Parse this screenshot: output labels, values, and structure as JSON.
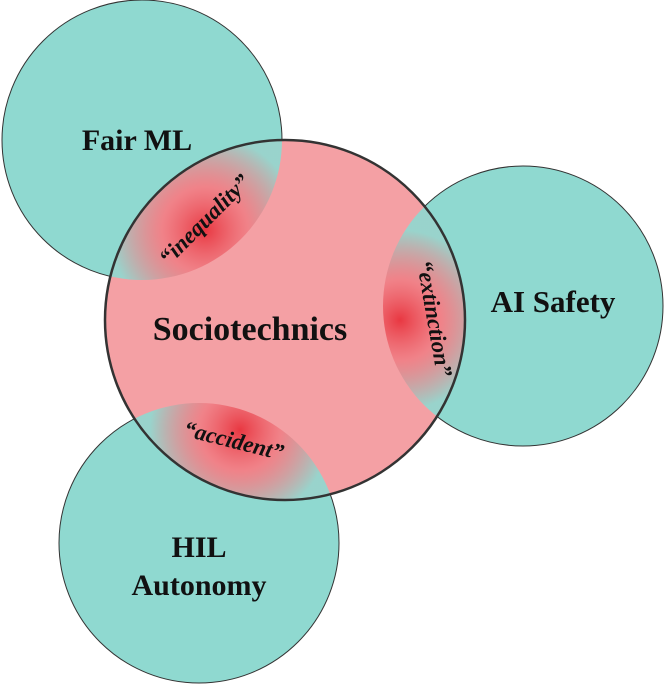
{
  "colors": {
    "teal": "#8fd9d0",
    "pink": "#f4a0a4",
    "overlap_red": "#e8323c",
    "stroke": "#333333"
  },
  "nodes": {
    "fair_ml": "Fair ML",
    "ai_safety": "AI Safety",
    "hil_line1": "HIL",
    "hil_line2": "Autonomy",
    "center": "Sociotechnics"
  },
  "overlaps": {
    "fair_ml": "“inequality”",
    "ai_safety": "“extinction”",
    "hil": "“accident”"
  }
}
